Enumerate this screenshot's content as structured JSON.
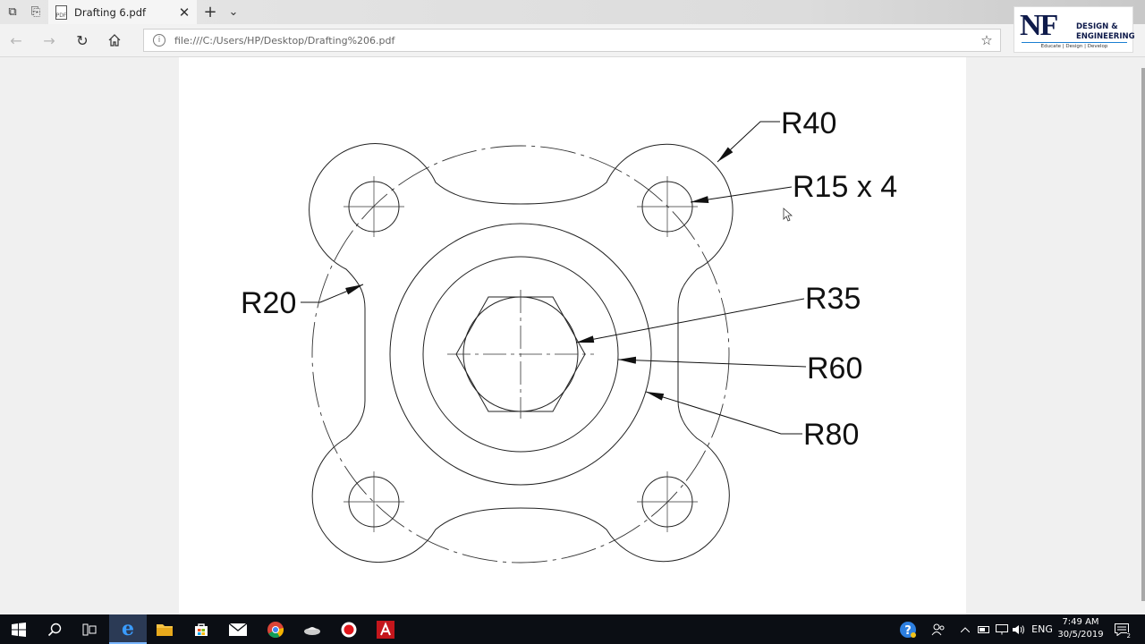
{
  "browser": {
    "tab": {
      "title": "Drafting 6.pdf",
      "close_glyph": "✕"
    },
    "new_tab_glyph": "+",
    "tab_list_glyph": "⌄",
    "url": "file:///C:/Users/HP/Desktop/Drafting%206.pdf",
    "favorite_glyph": "☆"
  },
  "logo": {
    "mark": "NF",
    "line1": "DESIGN &",
    "line2": "ENGINEERING",
    "tagline": "Educate | Design | Develop"
  },
  "drawing": {
    "labels": {
      "r40": "R40",
      "r15": "R15 x 4",
      "r20": "R20",
      "r35": "R35",
      "r60": "R60",
      "r80": "R80"
    },
    "line_color": "#222222"
  },
  "taskbar": {
    "language": "ENG",
    "time": "7:49 AM",
    "date": "30/5/2019",
    "notification_count": "2"
  }
}
